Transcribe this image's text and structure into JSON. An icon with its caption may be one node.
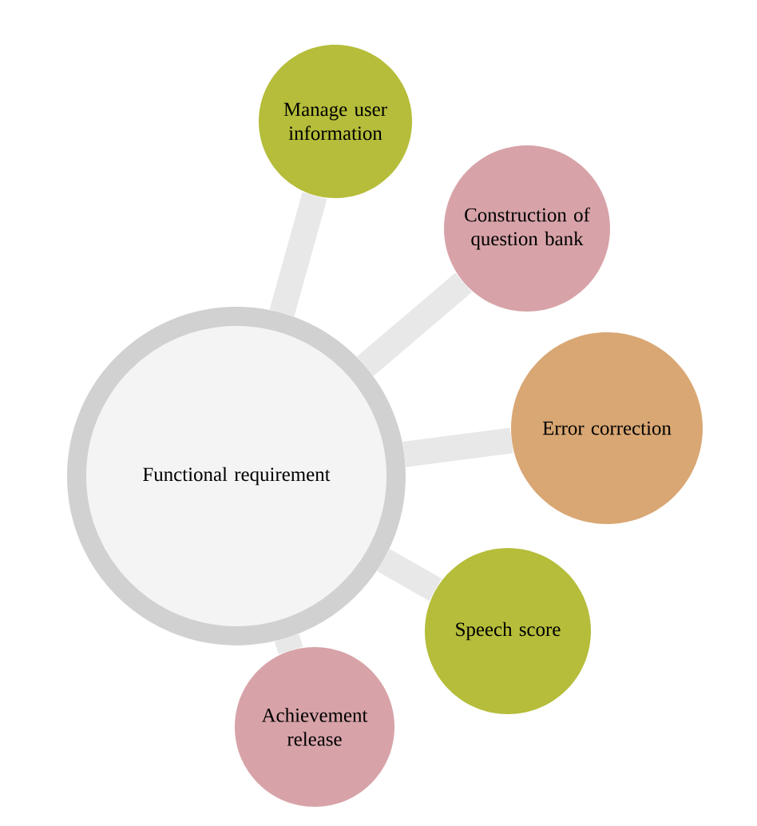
{
  "diagram": {
    "nodes": [
      {
        "text": [
          "Functional requirement"
        ]
      },
      {
        "text": [
          "Manage user information"
        ]
      },
      {
        "text": [
          "Construction of question bank"
        ]
      },
      {
        "text": [
          "Error correction"
        ]
      },
      {
        "text": [
          "Speech score"
        ]
      },
      {
        "text": [
          "Achievement release"
        ]
      }
    ],
    "edges": [
      {
        "from": 0,
        "to": 1,
        "arrow": "none"
      },
      {
        "from": 0,
        "to": 2,
        "arrow": "none"
      },
      {
        "from": 0,
        "to": 3,
        "arrow": "none"
      },
      {
        "from": 0,
        "to": 4,
        "arrow": "none"
      },
      {
        "from": 0,
        "to": 5,
        "arrow": "none"
      }
    ]
  }
}
